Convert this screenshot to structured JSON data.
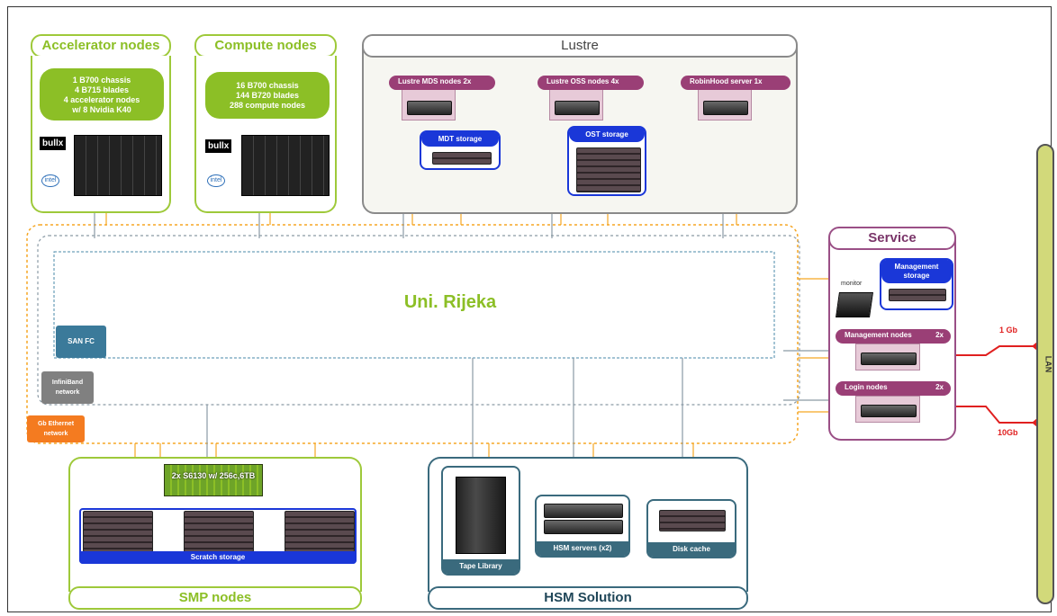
{
  "groups": {
    "accelerator": {
      "title": "Accelerator nodes",
      "spec": [
        "1 B700 chassis",
        "4 B715 blades",
        "4 accelerator nodes",
        "w/ 8 Nvidia K40"
      ],
      "brand": "bullx",
      "chip": "intel"
    },
    "compute": {
      "title": "Compute nodes",
      "spec": [
        "16 B700 chassis",
        "144 B720 blades",
        "288 compute nodes"
      ],
      "brand": "bullx",
      "chip": "intel"
    },
    "lustre": {
      "title": "Lustre",
      "mds": "Lustre MDS nodes  2x",
      "oss": "Lustre OSS nodes  4x",
      "robinhood": "RobinHood server  1x",
      "mdt": "MDT storage",
      "ost": "OST storage"
    },
    "service": {
      "title": "Service",
      "mgmt_storage": "Management storage",
      "monitor": "monitor",
      "mgmt_nodes": "Management nodes",
      "mgmt_count": "2x",
      "login_nodes": "Login nodes",
      "login_count": "2x"
    },
    "center": {
      "title": "Uni. Rijeka",
      "san": "SAN FC",
      "infiniband": "InfiniBand network",
      "ethernet": "Gb Ethernet network"
    },
    "smp": {
      "title": "SMP nodes",
      "spec": "2x S6130 w/ 256c,6TB",
      "scratch": "Scratch storage"
    },
    "hsm": {
      "title": "HSM Solution",
      "tape": "Tape Library",
      "servers": "HSM servers (x2)",
      "disk": "Disk cache"
    }
  },
  "links": {
    "lan": "LAN",
    "gb1": "1 Gb",
    "gb10": "10Gb"
  },
  "colors": {
    "green": "#8cbf26",
    "magenta": "#9a3f76",
    "blue": "#1a37d8",
    "orange": "#f5a623",
    "red": "#e02020",
    "teal": "#3a6a7d"
  }
}
